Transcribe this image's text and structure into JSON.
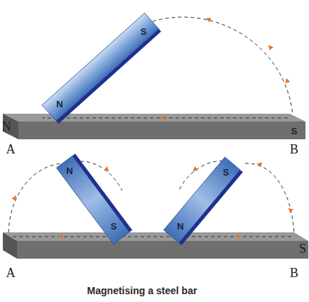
{
  "diagram": {
    "caption": "Magnetising a steel bar",
    "labels": [
      "S",
      "N",
      "N",
      "S",
      "A",
      "B",
      "N",
      "S",
      "N",
      "S",
      "S",
      "A",
      "B"
    ]
  }
}
